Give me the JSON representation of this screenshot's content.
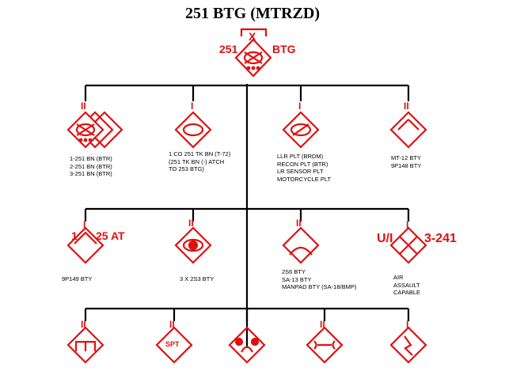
{
  "title": "251 BTG (MTRZD)",
  "colors": {
    "symbol": "#e01010",
    "line": "#000000",
    "text": "#000000"
  },
  "hq": {
    "size_mark": "X",
    "left_text": "251",
    "right_text": "BTG",
    "icon": "motorized-infantry-battle-group-icon"
  },
  "row1": [
    {
      "echelon": "II",
      "icon": "motorized-infantry-battalions-icon",
      "lines": [
        "1-251 BN (BTR)",
        "2-251 BN (BTR)",
        "3-251 BN (BTR)"
      ]
    },
    {
      "echelon": "I",
      "icon": "tank-company-icon",
      "lines": [
        "1 CO 251 TK BN (T-72)",
        "(251 TK BN (-) ATCH",
        "TO 253 BTG)"
      ]
    },
    {
      "echelon": "I",
      "icon": "armored-recon-platoon-icon",
      "lines": [
        "LLR PLT (BRDM)",
        "RECON PLT (BTR)",
        "LR SENSOR PLT",
        "MOTORCYCLE PLT"
      ]
    },
    {
      "echelon": "II",
      "icon": "artillery-battery-icon",
      "lines": [
        "MT-12 BTY",
        "9P148 BTY"
      ]
    }
  ],
  "row2": [
    {
      "echelon": "I",
      "left_text": "1",
      "right_text": "25 AT",
      "icon": "antitank-unit-icon",
      "lines": [
        "9P149 BTY"
      ]
    },
    {
      "echelon": "II",
      "icon": "self-propelled-mortar-icon",
      "lines": [
        "3 X 2S3 BTY"
      ]
    },
    {
      "echelon": "II",
      "icon": "air-defense-battery-icon",
      "lines": [
        "2S6 BTY",
        "SA-13 BTY",
        "MANPAD BTY (SA-18/BMP)"
      ]
    },
    {
      "echelon": "I",
      "left_text": "U/I",
      "right_text": "3-241",
      "icon": "air-assault-unit-icon",
      "lines": [
        "AIR",
        "ASSAULT",
        "CAPABLE"
      ]
    }
  ],
  "row3": [
    {
      "echelon": "II",
      "icon": "engineer-unit-icon"
    },
    {
      "echelon": "II",
      "icon": "support-unit-icon",
      "text": "SPT"
    },
    {
      "echelon": "",
      "icon": "chemical-unit-icon"
    },
    {
      "echelon": "II",
      "icon": "maintenance-unit-icon"
    },
    {
      "echelon": "I",
      "icon": "signal-unit-icon"
    }
  ]
}
